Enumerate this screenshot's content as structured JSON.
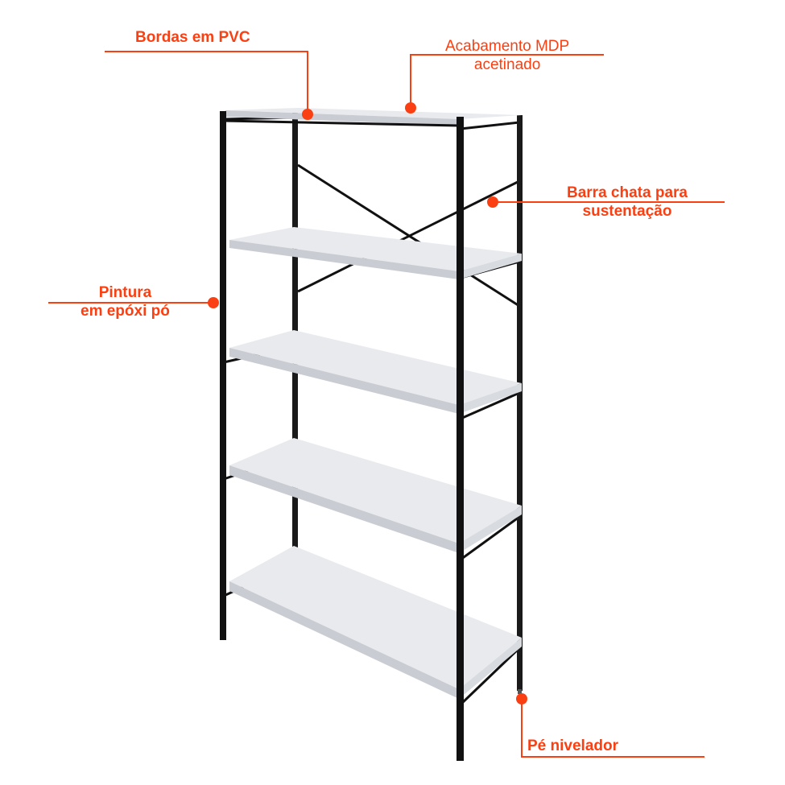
{
  "accent_color": "#fa4012",
  "product": "bookshelf-5-shelves",
  "callouts": [
    {
      "id": "bordas",
      "lines": [
        "Bordas em PVC"
      ]
    },
    {
      "id": "acabamento",
      "lines": [
        "Acabamento MDP",
        "acetinado"
      ]
    },
    {
      "id": "barra",
      "lines": [
        "Barra chata para",
        "sustentação"
      ]
    },
    {
      "id": "pintura",
      "lines": [
        "Pintura",
        "em epóxi pó"
      ]
    },
    {
      "id": "pe",
      "lines": [
        "Pé nivelador"
      ]
    }
  ]
}
